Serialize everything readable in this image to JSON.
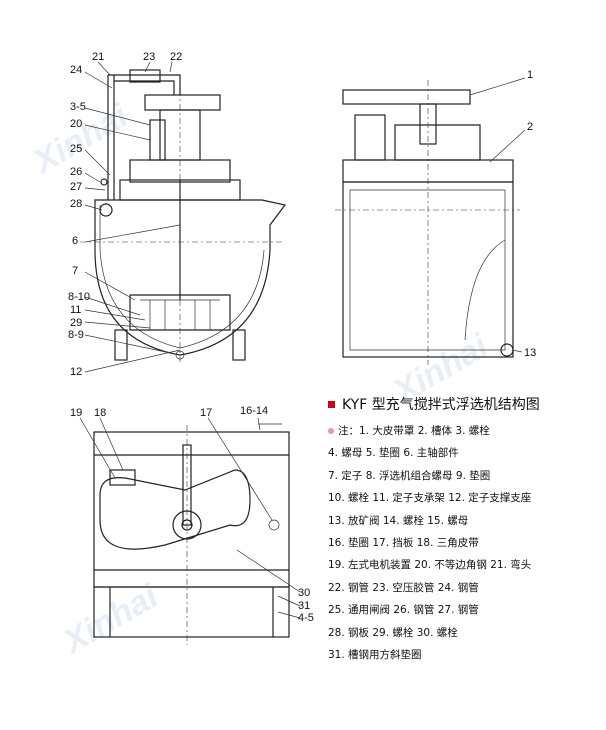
{
  "watermark": "Xinhai",
  "callouts": {
    "front": [
      "21",
      "23",
      "22",
      "24",
      "3-5",
      "20",
      "25",
      "26",
      "27",
      "28",
      "6",
      "7",
      "8-10",
      "11",
      "29",
      "8-9",
      "12"
    ],
    "side": [
      "1",
      "2",
      "13"
    ],
    "top": [
      "19",
      "18",
      "17",
      "16-14",
      "30",
      "31",
      "4-5"
    ]
  },
  "legend": {
    "title": "KYF 型充气搅拌式浮选机结构图",
    "lines": [
      "注：1. 大皮带罩 2. 槽体 3. 螺栓",
      "4. 螺母 5. 垫圈 6. 主轴部件",
      "7. 定子 8. 浮选机组合螺母 9. 垫圈",
      "10. 螺栓 11. 定子支承架 12. 定子支撑支座",
      "13. 放矿阀 14. 螺栓 15. 螺母",
      "16. 垫圈 17. 挡板 18. 三角皮带",
      "19. 左式电机装置 20. 不等边角钢 21. 弯头",
      "22. 钢管 23. 空压胶管 24. 钢管",
      "25. 通用闸阀 26. 钢管 27. 钢管",
      "28. 钢板 29. 螺栓 30. 螺栓",
      "31. 槽钢用方斜垫圈"
    ]
  }
}
